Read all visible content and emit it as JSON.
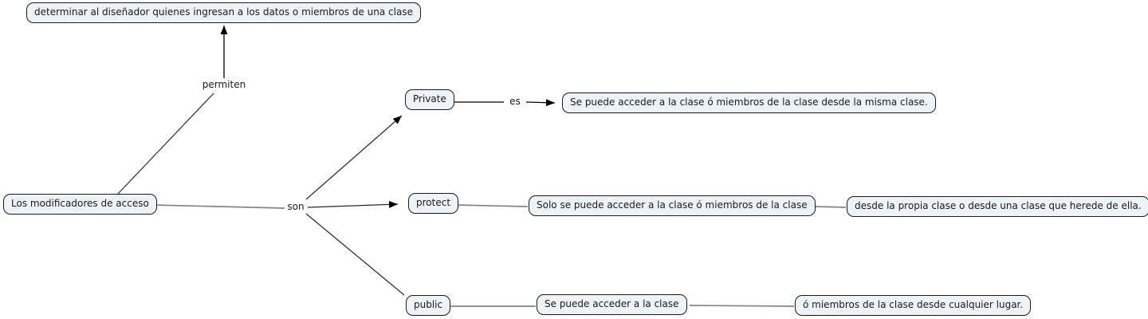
{
  "map": {
    "nodes": {
      "purpose": {
        "label": "determinar al diseñador quienes ingresan a los datos o miembros de una clase"
      },
      "root": {
        "label": "Los modificadores de acceso"
      },
      "private": {
        "label": "Private"
      },
      "private_desc": {
        "label": "Se puede acceder a la clase ó miembros de la clase desde la misma clase."
      },
      "protect": {
        "label": "protect"
      },
      "protect_desc_1": {
        "label": "Solo se puede acceder a la clase ó miembros de la clase"
      },
      "protect_desc_2": {
        "label": "desde la propia clase o desde una clase que herede de ella."
      },
      "public": {
        "label": "public"
      },
      "public_desc_1": {
        "label": "Se puede acceder a la clase"
      },
      "public_desc_2": {
        "label": "ó miembros de la clase desde cualquier lugar."
      }
    },
    "links": {
      "permiten": "permiten",
      "son": "son",
      "es": "es"
    },
    "colors": {
      "node_fill": "#eef3f7",
      "node_border": "#1a1a1a",
      "connector_dark": "#2b2b2b",
      "connector_gray": "#858585",
      "text": "#1a1a1a",
      "background": "#ffffff"
    }
  }
}
